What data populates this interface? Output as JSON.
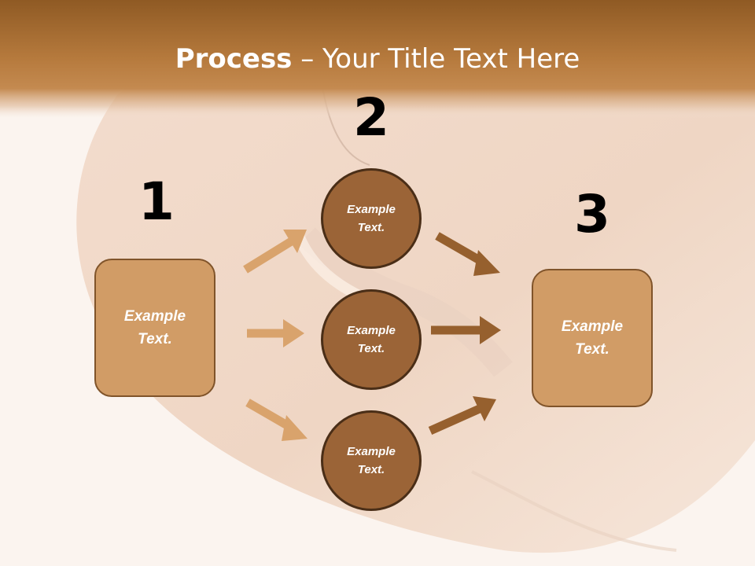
{
  "slide": {
    "title_bold": "Process",
    "title_rest": " – Your Title Text Here"
  },
  "steps": [
    {
      "number": "1",
      "text": "Example\nText."
    },
    {
      "number": "2",
      "items": [
        "Example\nText.",
        "Example\nText.",
        "Example\nText."
      ]
    },
    {
      "number": "3",
      "text": "Example\nText."
    }
  ],
  "colors": {
    "title_bar": "#9a6228",
    "box_fill": "#d19c66",
    "circle_fill": "#9b6437",
    "arrow_light": "#d9a36c",
    "arrow_dark": "#96602e"
  }
}
